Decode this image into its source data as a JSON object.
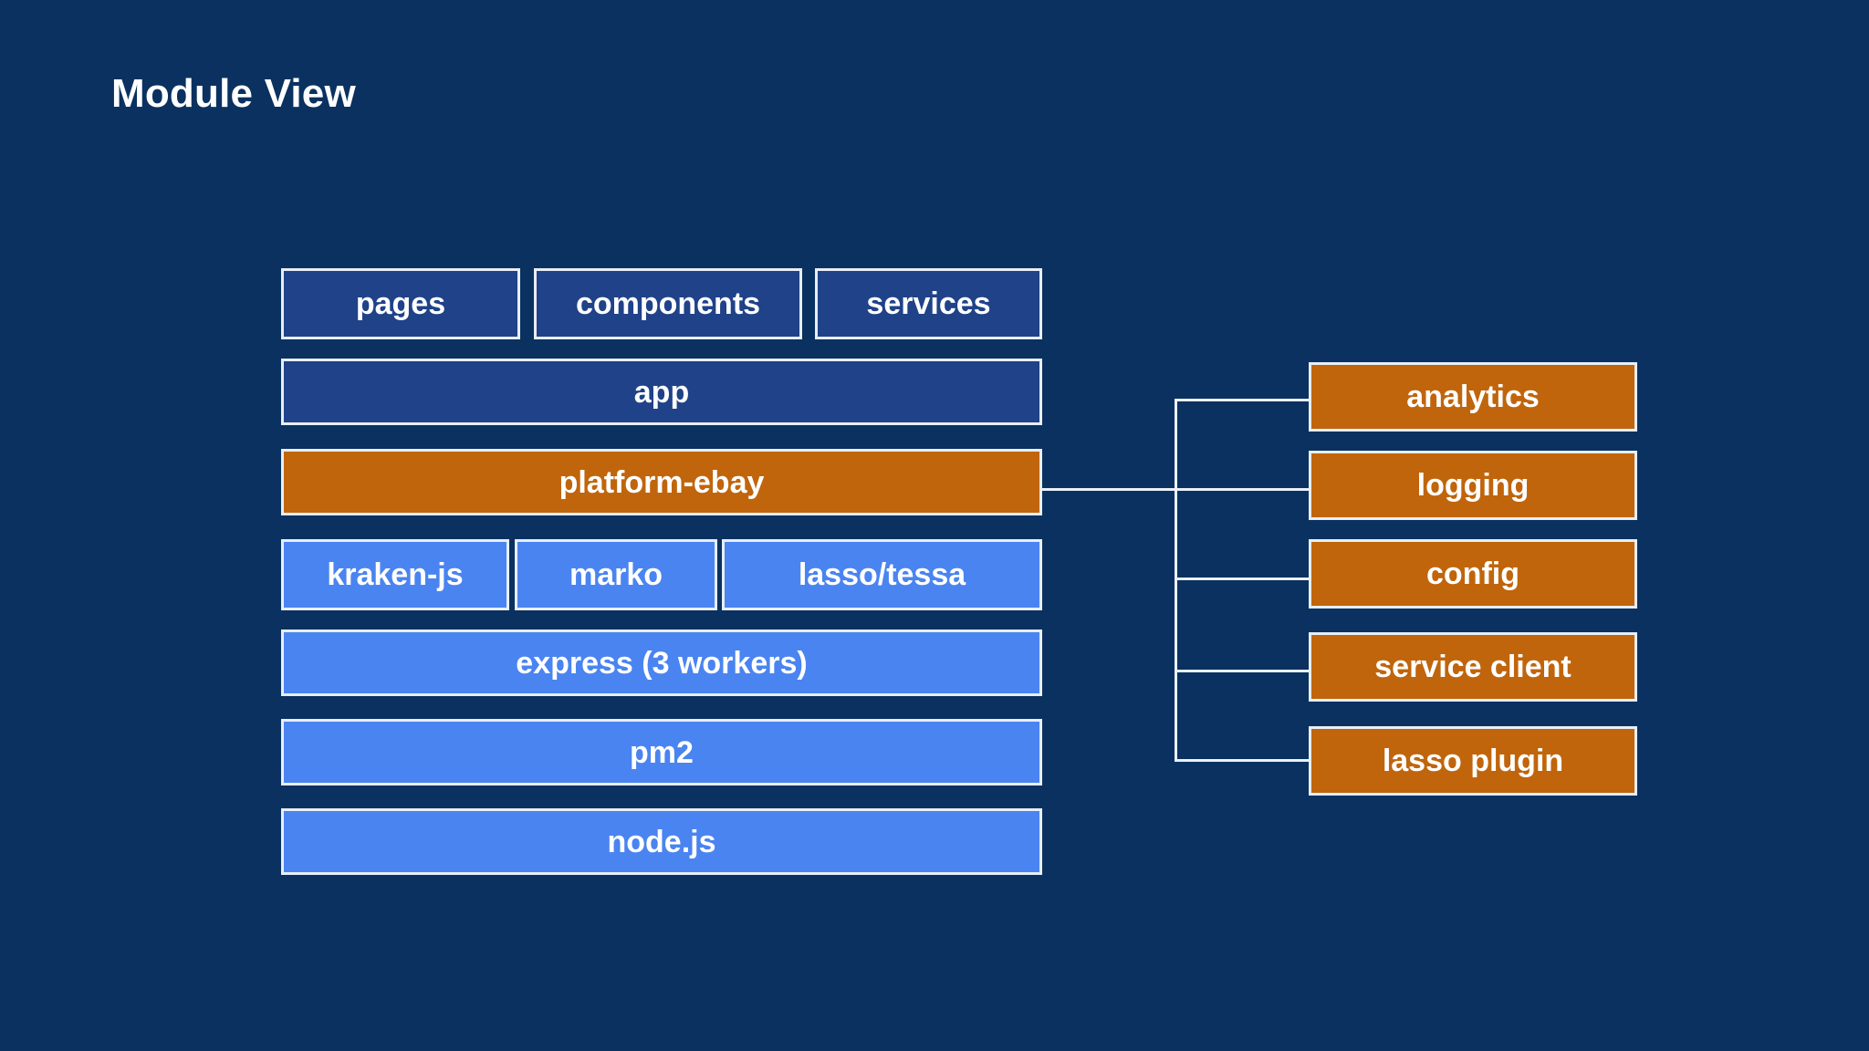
{
  "slide": {
    "title": "Module View",
    "background_color": "#0a3160"
  },
  "palette": {
    "dark_blue": "#1f4288",
    "light_blue": "#4a84f0",
    "orange": "#c0650c",
    "border": "#e8eef7",
    "text": "#ffffff",
    "connector": "#eaf1f9"
  },
  "diagram": {
    "type": "layered-stack",
    "stack_rows": [
      {
        "row": 1,
        "style": "dark_blue",
        "split": true,
        "cells": [
          {
            "label": "pages"
          },
          {
            "label": "components"
          },
          {
            "label": "services"
          }
        ]
      },
      {
        "row": 2,
        "style": "dark_blue",
        "split": false,
        "cells": [
          {
            "label": "app"
          }
        ]
      },
      {
        "row": 3,
        "style": "orange",
        "split": false,
        "cells": [
          {
            "label": "platform-ebay"
          }
        ]
      },
      {
        "row": 4,
        "style": "light_blue",
        "split": true,
        "cells": [
          {
            "label": "kraken-js"
          },
          {
            "label": "marko"
          },
          {
            "label": "lasso/tessa"
          }
        ]
      },
      {
        "row": 5,
        "style": "light_blue",
        "split": false,
        "cells": [
          {
            "label": "express (3 workers)"
          }
        ]
      },
      {
        "row": 6,
        "style": "light_blue",
        "split": false,
        "cells": [
          {
            "label": "pm2"
          }
        ]
      },
      {
        "row": 7,
        "style": "light_blue",
        "split": false,
        "cells": [
          {
            "label": "node.js"
          }
        ]
      }
    ],
    "modules": [
      {
        "label": "analytics"
      },
      {
        "label": "logging"
      },
      {
        "label": "config"
      },
      {
        "label": "service client"
      },
      {
        "label": "lasso plugin"
      }
    ],
    "connection": {
      "from": "platform-ebay",
      "to": [
        "analytics",
        "logging",
        "config",
        "service client",
        "lasso plugin"
      ]
    }
  }
}
